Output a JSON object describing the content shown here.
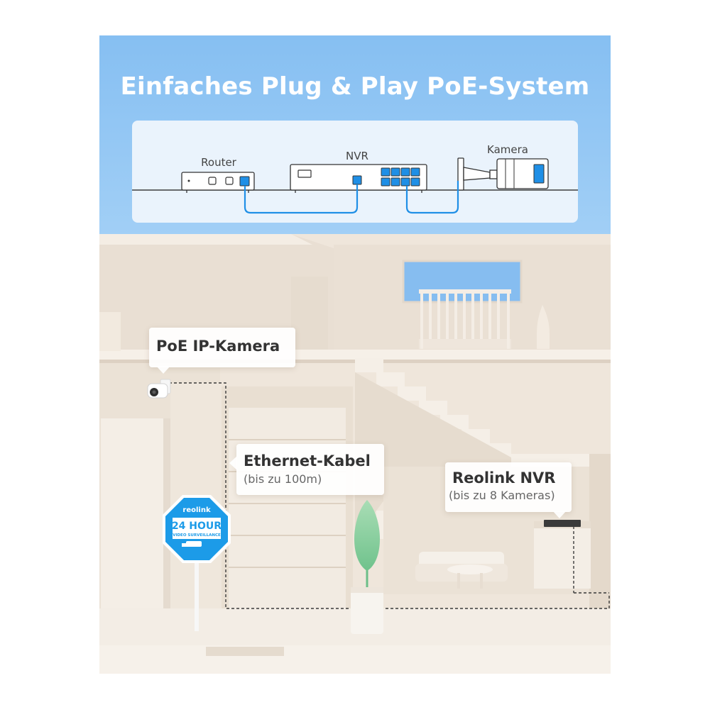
{
  "headline": "Einfaches Plug & Play PoE-System",
  "diagram": {
    "router_label": "Router",
    "nvr_label": "NVR",
    "camera_label": "Kamera"
  },
  "callouts": {
    "camera": {
      "title": "PoE IP-Kamera"
    },
    "cable": {
      "title": "Ethernet-Kabel",
      "subtitle": "(bis zu 100m)"
    },
    "nvr": {
      "title": "Reolink NVR",
      "subtitle": "(bis zu 8 Kameras)"
    }
  },
  "sign": {
    "brand": "reolink",
    "line1": "24 HOUR",
    "line2": "VIDEO SURVEILLANCE"
  },
  "colors": {
    "sky": "#8cc3f3",
    "wall": "#ece3d8",
    "accent_blue": "#1f8fe6",
    "sign_blue": "#1c9be8"
  }
}
